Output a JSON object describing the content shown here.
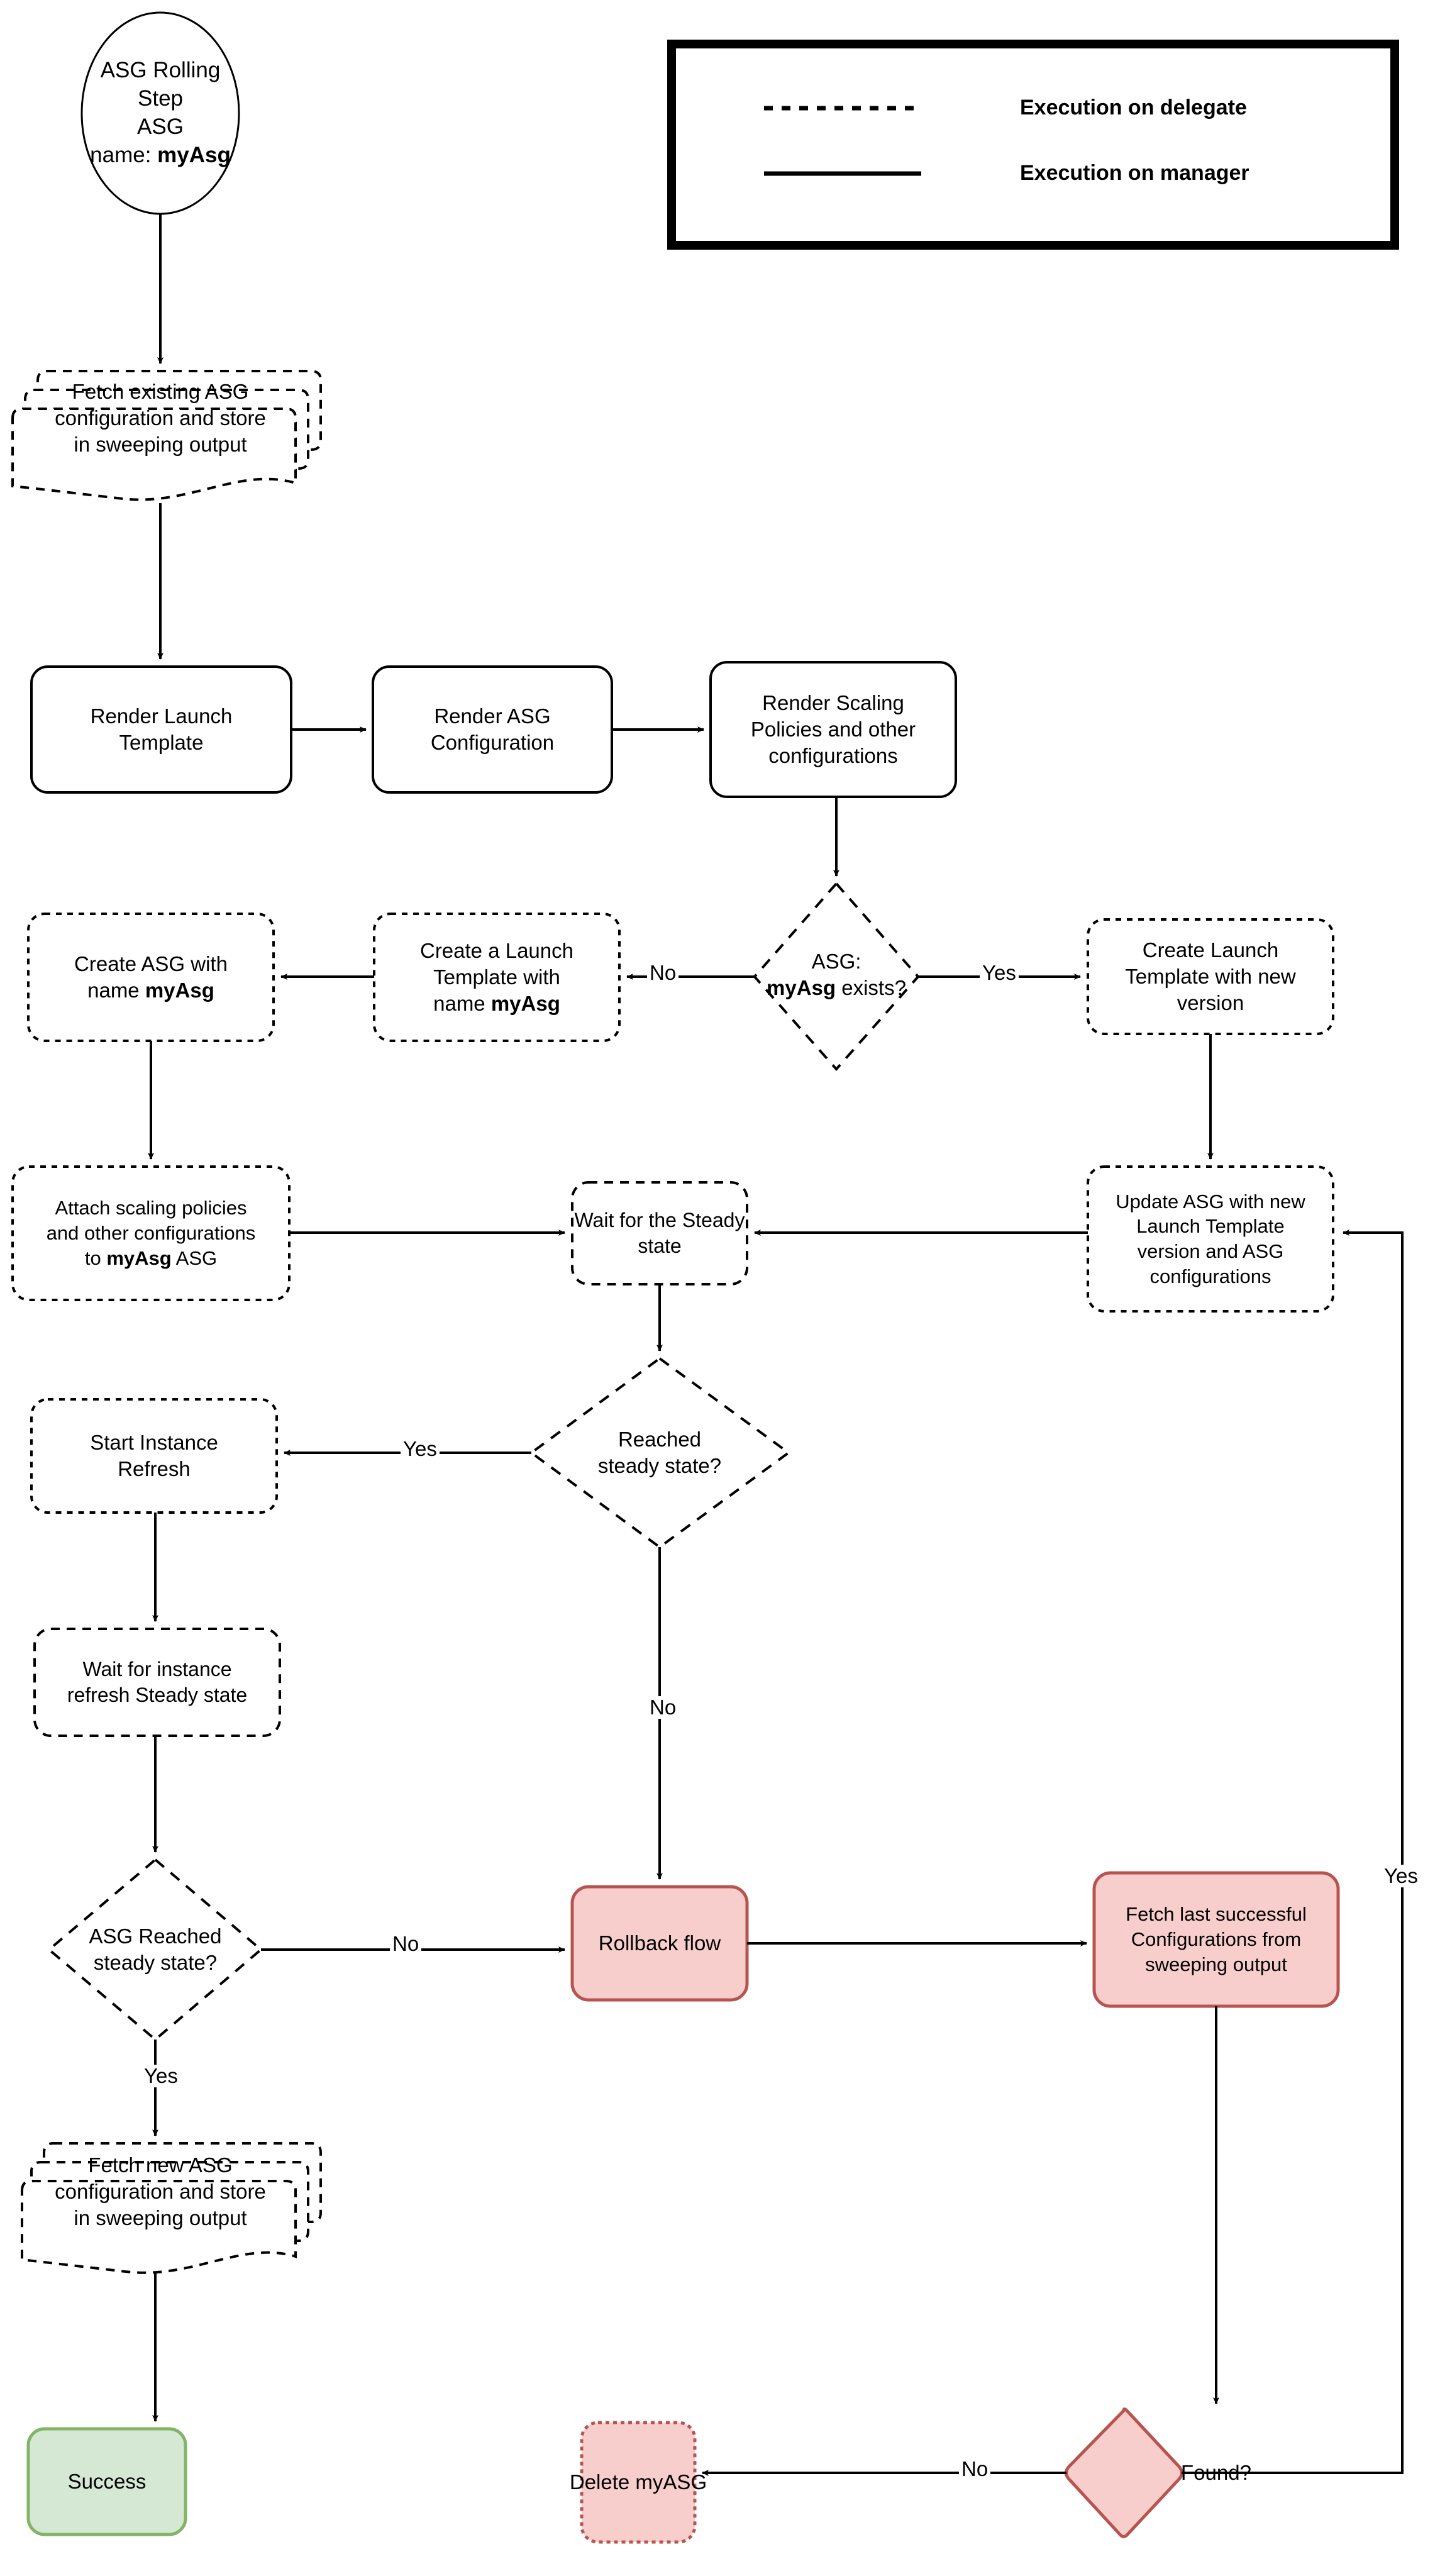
{
  "diagram": {
    "title": "ASG Rolling Step flow",
    "colors": {
      "stroke": "#000000",
      "pink_fill": "#f8cecc",
      "pink_stroke": "#b85450",
      "green_fill": "#d5e8d4",
      "green_stroke": "#82b366",
      "background": "#ffffff"
    }
  },
  "legend": {
    "items": [
      {
        "style": "dashed",
        "label": "Execution on delegate"
      },
      {
        "style": "solid",
        "label": "Execution on manager"
      }
    ]
  },
  "nodes": {
    "start": {
      "label": "ASG Rolling Step\nASG\nname: ",
      "bold_suffix": "myAsg",
      "shape": "ellipse"
    },
    "fetch_existing": {
      "label": "Fetch existing ASG\nconfiguration and store\nin sweeping output",
      "shape": "multi-document"
    },
    "render_launch_template": {
      "label": "Render Launch\nTemplate",
      "shape": "rounded-rect"
    },
    "render_asg_config": {
      "label": "Render ASG\nConfiguration",
      "shape": "rounded-rect"
    },
    "render_scaling_policies": {
      "label": "Render Scaling\nPolicies and other\nconfigurations",
      "shape": "rounded-rect"
    },
    "asg_exists": {
      "label": "ASG:\n",
      "bold_mid": "myAsg",
      "label_tail": " exists?",
      "shape": "diamond"
    },
    "create_launch_template_name": {
      "label": "Create a Launch\nTemplate with\nname ",
      "bold_suffix": "myAsg",
      "shape": "rounded-rect"
    },
    "create_asg_with_name": {
      "label": "Create ASG with\nname ",
      "bold_suffix": "myAsg",
      "shape": "rounded-rect"
    },
    "create_launch_template_new_version": {
      "label": "Create Launch\nTemplate with new\nversion",
      "shape": "rounded-rect"
    },
    "attach_scaling_policies": {
      "label": "Attach scaling policies\nand other configurations\nto ",
      "bold_mid": "myAsg",
      "label_tail": " ASG",
      "shape": "rounded-rect"
    },
    "wait_steady_state": {
      "label": "Wait for the Steady\nstate",
      "shape": "rounded-rect"
    },
    "update_asg": {
      "label": "Update ASG with new\nLaunch Template\nversion and ASG\nconfigurations",
      "shape": "rounded-rect"
    },
    "reached_steady_state": {
      "label": "Reached\nsteady state?",
      "shape": "diamond"
    },
    "start_instance_refresh": {
      "label": "Start Instance\nRefresh",
      "shape": "rounded-rect"
    },
    "wait_instance_refresh": {
      "label": "Wait for instance\nrefresh Steady state",
      "shape": "rounded-rect"
    },
    "asg_reached_steady_state": {
      "label": "ASG Reached\nsteady state?",
      "shape": "diamond"
    },
    "rollback_flow": {
      "label": "Rollback flow",
      "shape": "rounded-rect"
    },
    "fetch_last_successful": {
      "label": "Fetch last successful\nConfigurations from\nsweeping output",
      "shape": "rounded-rect"
    },
    "fetch_new_asg": {
      "label": "Fetch new ASG\nconfiguration and store\nin sweeping output",
      "shape": "multi-document"
    },
    "success": {
      "label": "Success",
      "shape": "rounded-rect"
    },
    "delete_myasg": {
      "label": "Delete myASG",
      "shape": "rounded-rect"
    },
    "found": {
      "label": "Found?",
      "shape": "diamond"
    }
  },
  "edge_labels": {
    "asg_exists_no": "No",
    "asg_exists_yes": "Yes",
    "reached_steady_yes": "Yes",
    "reached_steady_no": "No",
    "asg_reached_no": "No",
    "asg_reached_yes": "Yes",
    "found_no": "No",
    "found_yes": "Yes"
  }
}
